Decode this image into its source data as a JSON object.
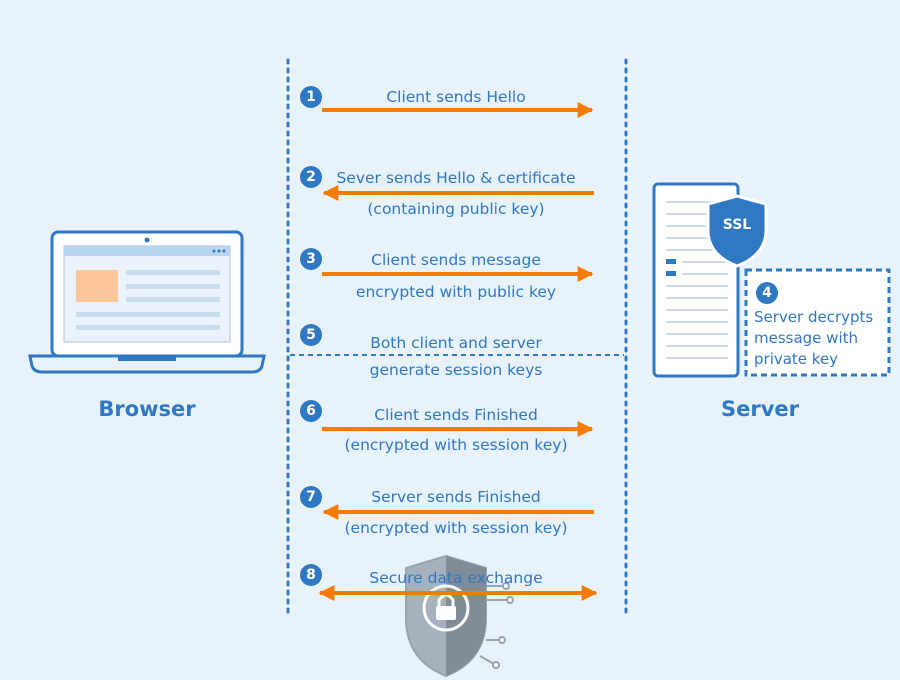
{
  "browser": {
    "label": "Browser"
  },
  "server": {
    "label": "Server",
    "badge": "SSL"
  },
  "steps": [
    {
      "number": "1",
      "text_line1": "Client sends Hello",
      "text_line2": "",
      "direction": "right"
    },
    {
      "number": "2",
      "text_line1": "Sever sends Hello & certificate",
      "text_line2": "(containing public key)",
      "direction": "left"
    },
    {
      "number": "3",
      "text_line1": "Client sends message",
      "text_line2": "encrypted with public key",
      "direction": "right"
    },
    {
      "number": "4",
      "text_line1": "Server decrypts",
      "text_line2": "message with",
      "text_line3": "private key",
      "direction": "none"
    },
    {
      "number": "5",
      "text_line1": "Both client and server",
      "text_line2": "generate session keys",
      "direction": "none"
    },
    {
      "number": "6",
      "text_line1": "Client sends Finished",
      "text_line2": "(encrypted with session key)",
      "direction": "right"
    },
    {
      "number": "7",
      "text_line1": "Server sends Finished",
      "text_line2": "(encrypted with session key)",
      "direction": "left"
    },
    {
      "number": "8",
      "text_line1": "Secure data exchange",
      "text_line2": "",
      "direction": "both"
    }
  ],
  "colors": {
    "primary": "#2f78c4",
    "arrow": "#f57c00",
    "background": "#e8f2fb",
    "accent": "#fbc79a"
  }
}
